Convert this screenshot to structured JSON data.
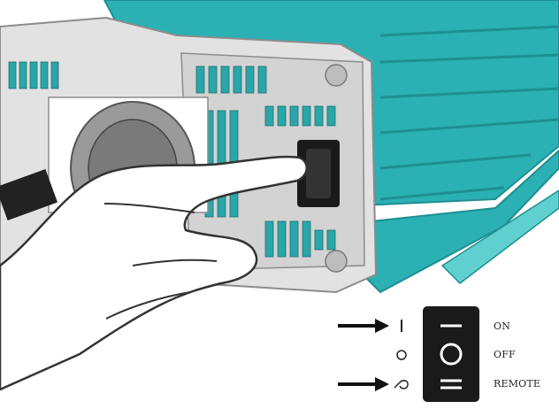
{
  "colors": {
    "housing": "#2bb1b3",
    "housing_dark": "#1e8f92",
    "housing_light": "#5fd0cf",
    "panel": "#d9d9d9",
    "panel_edge": "#8c8c8c",
    "vent": "#2aa6a8",
    "switch_body": "#1a1a1a",
    "hand_fill": "#ffffff",
    "hand_stroke": "#333333"
  },
  "icons": {
    "arrow_on": "right-arrow-icon",
    "arrow_remote": "right-arrow-icon",
    "on_symbol": "power-on-symbol-icon",
    "off_symbol": "power-off-symbol-icon",
    "remote_symbol": "remote-symbol-icon"
  },
  "legend": {
    "on_label": "ON",
    "off_label": "OFF",
    "remote_label": "REMOTE"
  }
}
